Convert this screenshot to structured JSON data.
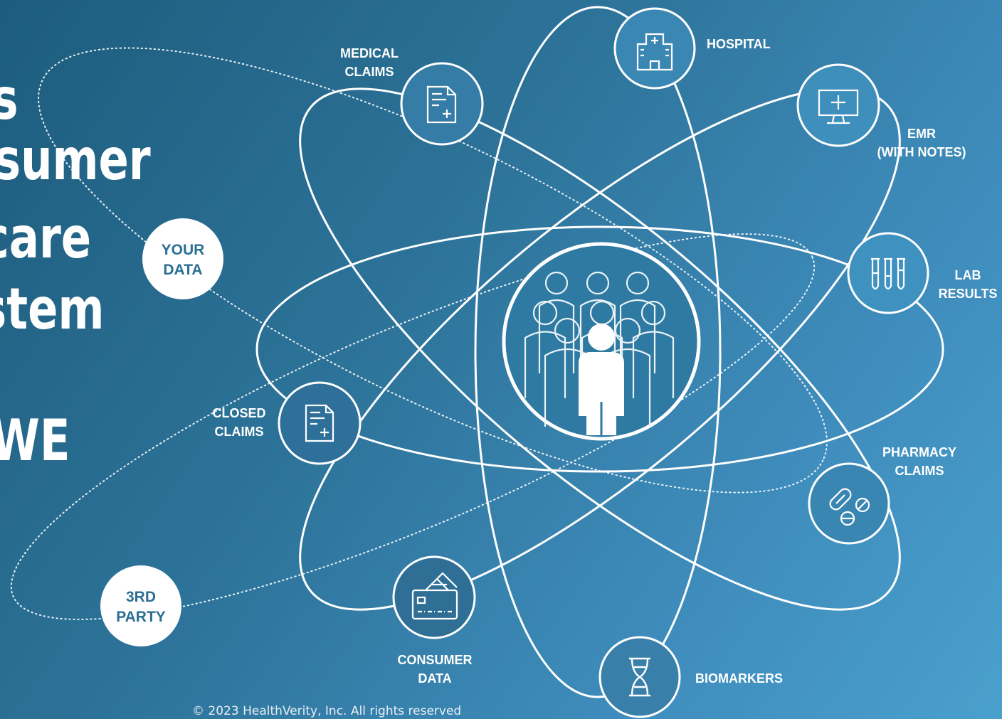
{
  "headline": {
    "lines": [
      "s",
      "sumer",
      "care",
      "stem",
      "RWE"
    ]
  },
  "sources": {
    "your_data": [
      "YOUR",
      "DATA"
    ],
    "third_party": [
      "3RD",
      "PARTY"
    ]
  },
  "nodes": {
    "hospital": {
      "label": [
        "HOSPITAL"
      ],
      "icon": "hospital-icon"
    },
    "emr": {
      "label": [
        "EMR",
        "(WITH NOTES)"
      ],
      "icon": "monitor-icon"
    },
    "lab_results": {
      "label": [
        "LAB",
        "RESULTS"
      ],
      "icon": "test-tubes-icon"
    },
    "pharmacy_claims": {
      "label": [
        "PHARMACY",
        "CLAIMS"
      ],
      "icon": "pills-icon"
    },
    "biomarkers": {
      "label": [
        "BIOMARKERS"
      ],
      "icon": "dna-icon"
    },
    "consumer_data": {
      "label": [
        "CONSUMER",
        "DATA"
      ],
      "icon": "credit-card-icon"
    },
    "closed_claims": {
      "label": [
        "CLOSED",
        "CLAIMS"
      ],
      "icon": "document-icon"
    },
    "medical_claims": {
      "label": [
        "MEDICAL",
        "CLAIMS"
      ],
      "icon": "document-icon"
    }
  },
  "center": {
    "icon": "people-group-icon"
  },
  "footer": {
    "copyright": "© 2023 HealthVerity, Inc.  All rights reserved"
  },
  "colors": {
    "label_text": "#ffffff",
    "badge_text": "#2a6f93",
    "line": "#ffffff"
  }
}
